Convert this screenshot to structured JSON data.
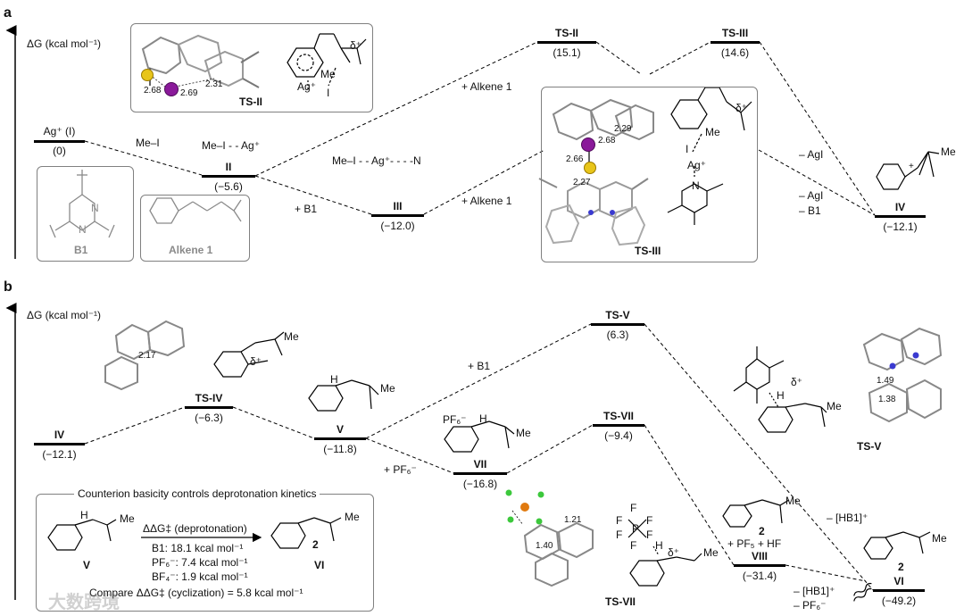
{
  "panel_a": {
    "label": "a",
    "axis_label": "ΔG (kcal mol⁻¹)",
    "levels": {
      "I": {
        "name": "Ag⁺ (I)",
        "value": "(0)"
      },
      "II": {
        "name": "II",
        "value": "(−5.6)"
      },
      "III": {
        "name": "III",
        "value": "(−12.0)"
      },
      "TS_II": {
        "name": "TS-II",
        "value": "(15.1)"
      },
      "TS_III": {
        "name": "TS-III",
        "value": "(14.6)"
      },
      "IV": {
        "name": "IV",
        "value": "(−12.1)"
      }
    },
    "annotations": {
      "me_i": "Me–I",
      "me_i_ag": "Me–I - - Ag⁺",
      "plus_alkene_1": "+ Alkene 1",
      "plus_alkene_2": "+ Alkene 1",
      "plus_b1": "+ B1",
      "minus_agi_1": "– AgI",
      "minus_agi_2": "– AgI",
      "minus_b1": "– B1",
      "me_i_ag_b1": "Me–I - - Ag⁺- - - -N"
    },
    "ts2_box": {
      "caption": "TS-II",
      "d1": "2.68",
      "d2": "2.69",
      "d3": "2.31",
      "ag": "Ag⁺",
      "me": "Me",
      "i": "I",
      "delta": "δ⁺"
    },
    "ts3_box": {
      "caption": "TS-III",
      "d1": "2.29",
      "d2": "2.68",
      "d3": "2.66",
      "d4": "2.27",
      "ag": "Ag⁺",
      "me": "Me",
      "i": "I",
      "delta": "δ⁺",
      "n": "N"
    },
    "b1_box": {
      "caption": "B1",
      "n1": "N",
      "n2": "N"
    },
    "alkene_box": {
      "caption": "Alkene 1"
    },
    "iv_label": {
      "me": "Me",
      "plus": "+"
    }
  },
  "panel_b": {
    "label": "b",
    "axis_label": "ΔG (kcal mol⁻¹)",
    "levels": {
      "IV": {
        "name": "IV",
        "value": "(−12.1)"
      },
      "TS_IV": {
        "name": "TS-IV",
        "value": "(−6.3)"
      },
      "V": {
        "name": "V",
        "value": "(−11.8)"
      },
      "VII": {
        "name": "VII",
        "value": "(−16.8)"
      },
      "TS_V": {
        "name": "TS-V",
        "value": "(6.3)"
      },
      "TS_VII": {
        "name": "TS-VII",
        "value": "(−9.4)"
      },
      "VIII": {
        "name": "VIII",
        "value": "(−31.4)"
      },
      "VI": {
        "name": "VI",
        "value": "(−49.2)"
      }
    },
    "annotations": {
      "plus_b1": "+ B1",
      "plus_pf6": "+ PF₆⁻",
      "pf6_minus": "PF₆⁻",
      "plus_pf5_hf": "+ PF₅ + HF",
      "minus_hb1_plus": "– [HB1]⁺",
      "minus_hb1_plus_2": "– [HB1]⁺",
      "minus_pf6": "– PF₆⁻",
      "compound_2": "2",
      "compound_2b": "2",
      "delta_plus": "δ⁺",
      "me": "Me",
      "h": "H",
      "f": "F",
      "p": "P"
    },
    "ts4_struct": {
      "d": "2.17",
      "me": "Me",
      "delta": "δ⁺"
    },
    "ts5_struct": {
      "caption": "TS-V",
      "d1": "1.49",
      "d2": "1.38"
    },
    "ts7_struct": {
      "caption": "TS-VII",
      "d1": "1.21",
      "d2": "1.40"
    },
    "inset": {
      "title": "Counterion basicity controls deprotonation kinetics",
      "ddg_label": "ΔΔG‡ (deprotonation)",
      "rows": [
        "B1:  18.1 kcal mol⁻¹",
        "PF₆⁻: 7.4 kcal mol⁻¹",
        "BF₄⁻: 1.9 kcal mol⁻¹"
      ],
      "compare": "Compare ΔΔG‡ (cyclization) = 5.8 kcal mol⁻¹",
      "left_caption": "V",
      "right_caption": "VI",
      "right_num": "2",
      "me1": "Me",
      "me2": "Me",
      "h": "H"
    }
  },
  "watermark": "大数跨境"
}
